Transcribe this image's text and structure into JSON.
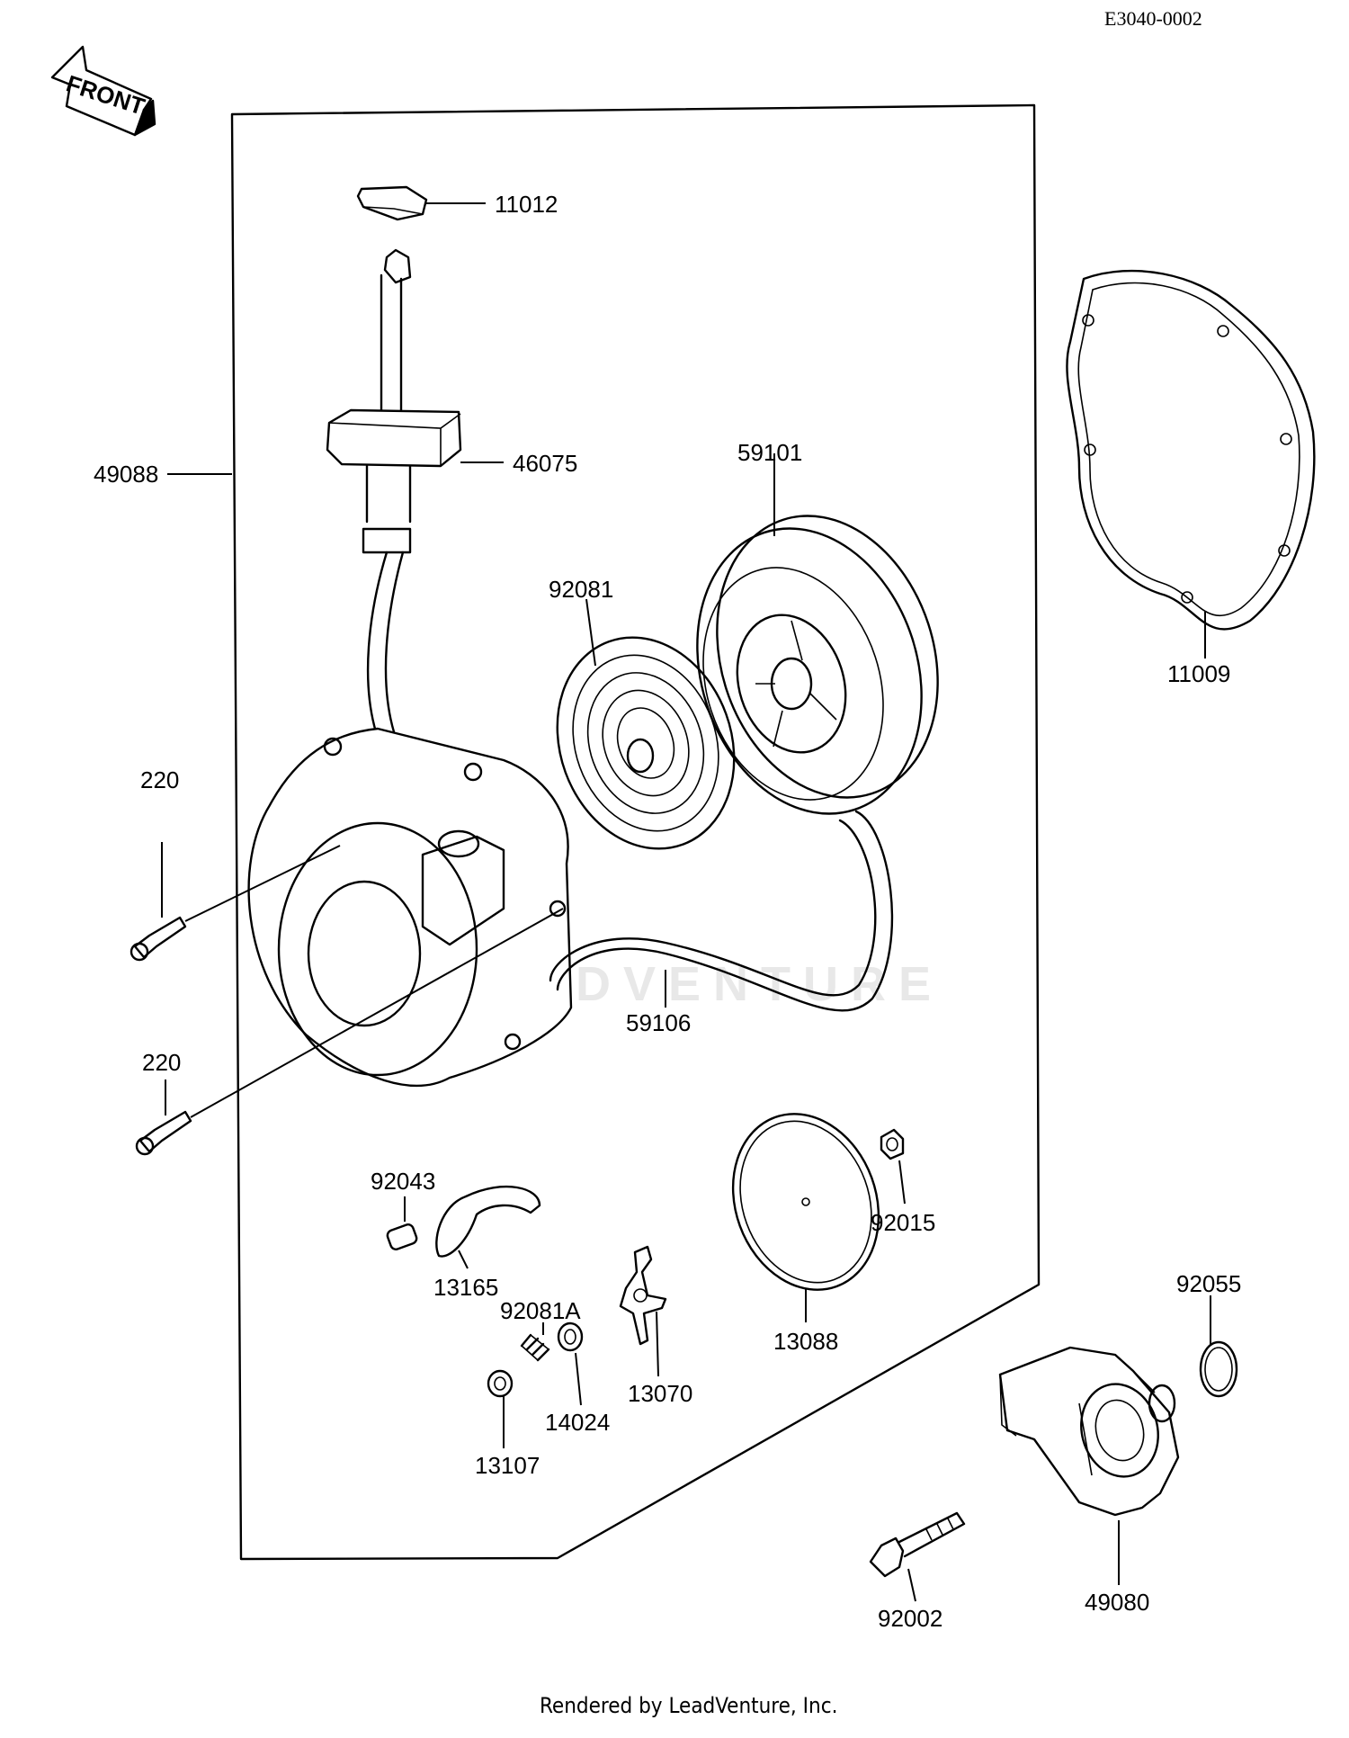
{
  "header": {
    "code": "E3040-0002"
  },
  "front_tag": {
    "text": "FRONT"
  },
  "watermark": {
    "text": "LEADVENTURE"
  },
  "footer": {
    "credit": "Rendered by LeadVenture, Inc."
  },
  "labels": {
    "p11012": "11012",
    "p46075": "46075",
    "p49088": "49088",
    "p59101": "59101",
    "p92081": "92081",
    "p11009": "11009",
    "p220a": "220",
    "p220b": "220",
    "p59106": "59106",
    "p92043": "92043",
    "p13165": "13165",
    "p92081a": "92081A",
    "p14024": "14024",
    "p13107": "13107",
    "p13070": "13070",
    "p13088": "13088",
    "p92015": "92015",
    "p92055": "92055",
    "p92002": "92002",
    "p49080": "49080"
  }
}
